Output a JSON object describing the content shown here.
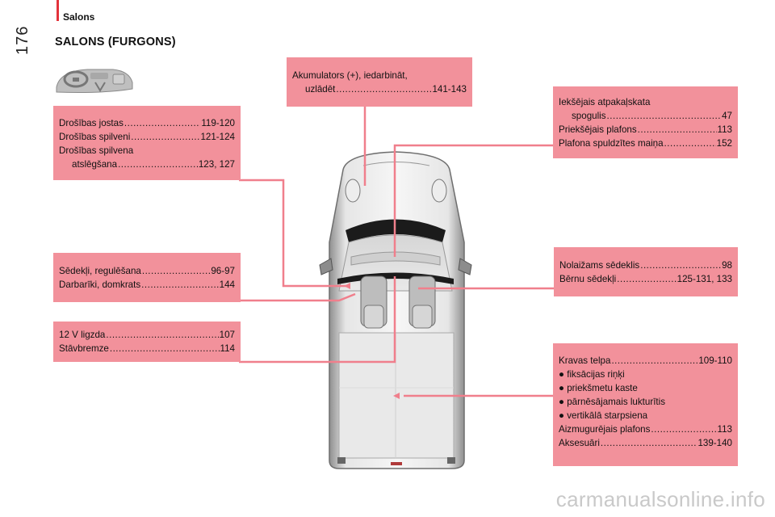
{
  "header": {
    "section": "Salons",
    "page_number": "176"
  },
  "title": "SALONS (FURGONS)",
  "boxes": {
    "akumulators": {
      "line1": "Akumulators (+), iedarbināt,",
      "line2_text": "uzlādēt",
      "line2_page": "141-143"
    },
    "drosibas": {
      "items": [
        {
          "text": "Drošības jostas",
          "page": "119-120"
        },
        {
          "text": "Drošības spilveni",
          "page": "121-124"
        }
      ],
      "line3": "Drošības spilvena",
      "line4_text": "atslēgšana",
      "line4_page": "123, 127"
    },
    "iekseja": {
      "line1": "Iekšējais atpakaļskata",
      "line2_text": "spogulis",
      "line2_page": "47",
      "items": [
        {
          "text": "Priekšējais plafons",
          "page": "113"
        },
        {
          "text": "Plafona spuldzītes maiņa",
          "page": "152"
        }
      ]
    },
    "sedekli": {
      "items": [
        {
          "text": "Sēdekļi, regulēšana",
          "page": "96-97"
        },
        {
          "text": "Darbarīki, domkrats",
          "page": "144"
        }
      ]
    },
    "nolaizams": {
      "items": [
        {
          "text": "Nolaižams sēdeklis",
          "page": "98"
        },
        {
          "text": "Bērnu sēdekļi",
          "page": "125-131, 133"
        }
      ]
    },
    "ligzda": {
      "items": [
        {
          "text": "12 V ligzda",
          "page": "107"
        },
        {
          "text": "Stāvbremze",
          "page": "114"
        }
      ]
    },
    "kravas": {
      "first_text": "Kravas telpa",
      "first_page": "109-110",
      "bullets": [
        "● fiksācijas riņķi",
        "● priekšmetu kaste",
        "● pārnēsājamais lukturītis",
        "● vertikālā starpsiena"
      ],
      "items": [
        {
          "text": "Aizmugurējais plafons",
          "page": "113"
        },
        {
          "text": "Aksesuāri",
          "page": "139-140"
        }
      ]
    }
  },
  "watermark": "carmanualsonline.info",
  "colors": {
    "box_fill": "#f2919b",
    "leader_line": "#f07f8c",
    "accent_red": "#e3323b"
  },
  "icons": [
    "steering-wheel-icon",
    "van-top-view"
  ]
}
